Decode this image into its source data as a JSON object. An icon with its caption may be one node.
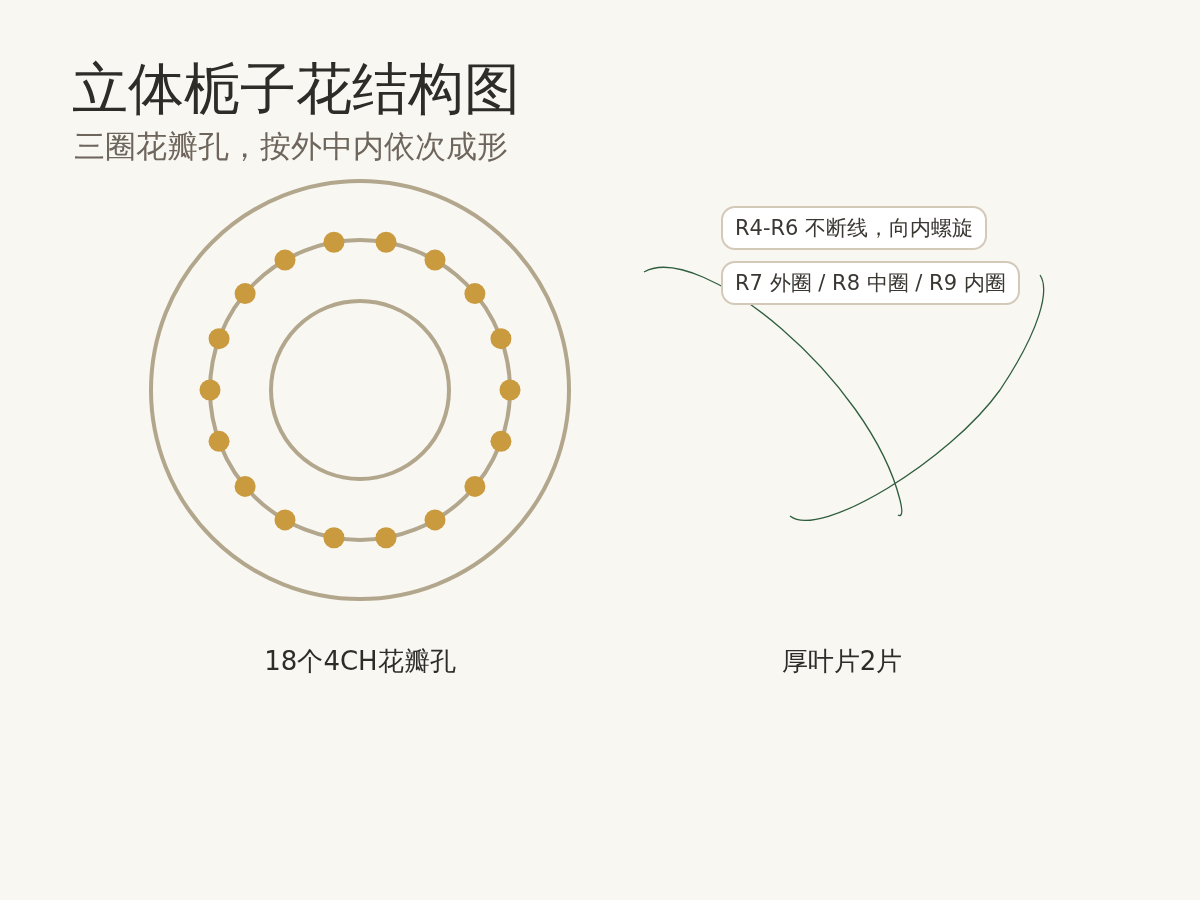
{
  "diagram": {
    "title": "立体栀子花结构图",
    "nodes": [
      {
        "text": [
          "R4-R6 不断线，向内螺旋"
        ]
      },
      {
        "text": [
          "R7 外圈 / R8 中圈 / R9 内圈"
        ]
      }
    ],
    "labels": [
      "三圈花瓣孔，按外中内依次成形",
      "18个4CH花瓣孔",
      "厚叶片2片"
    ]
  }
}
